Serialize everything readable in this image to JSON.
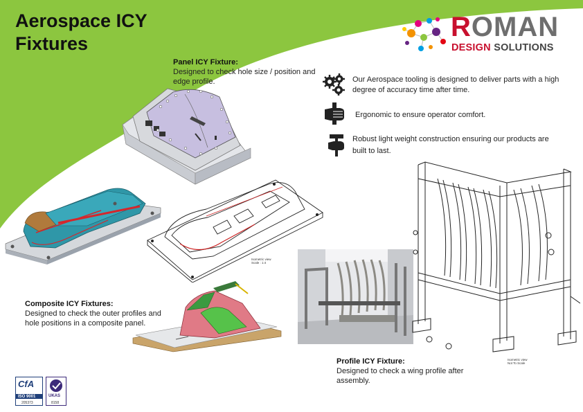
{
  "page": {
    "title_line1": "Aerospace ICY",
    "title_line2": "Fixtures",
    "brand_color_green": "#8cc63f"
  },
  "logo": {
    "r_letter": "R",
    "rest_letters": "OMAN",
    "subtitle_design": "DESIGN",
    "subtitle_solutions": "SOLUTIONS",
    "r_color": "#c8102e",
    "oman_color": "#6e6e6e",
    "design_color": "#c8102e",
    "solutions_color": "#444444"
  },
  "features": [
    {
      "icon": "gears-icon",
      "text_line1": "Our Aerospace tooling is designed to deliver parts with a high",
      "text_line2": "degree of accuracy time after time."
    },
    {
      "icon": "hand-grip-icon",
      "text_line1": "Ergonomic to ensure operator comfort.",
      "text_line2": ""
    },
    {
      "icon": "hand-hammer-icon",
      "text_line1": "Robust light weight construction ensuring our products are",
      "text_line2": "built to last."
    }
  ],
  "panel": {
    "heading": "Panel ICY Fixture:",
    "body_line1": "Designed to check hole size / position and",
    "body_line2": "edge profile."
  },
  "composite": {
    "heading": "Composite ICY Fixtures:",
    "body_line1": "Designed to check the outer profiles and",
    "body_line2": "hole positions in a composite panel."
  },
  "profile": {
    "heading": "Profile ICY Fixture:",
    "body_line1": "Designed to check a wing profile after",
    "body_line2": "assembly."
  },
  "drawing_labels": {
    "iso_view_1": "Isometric view",
    "scale_1": "Scale : 1:4",
    "iso_view_2": "Isometric view",
    "scale_2": "Not To Scale"
  },
  "cert": {
    "cfa_text": "CfA",
    "iso_text": "ISO 9001",
    "cert_number": "205373",
    "ukas_text": "UKAS",
    "ukas_number": "8158"
  }
}
